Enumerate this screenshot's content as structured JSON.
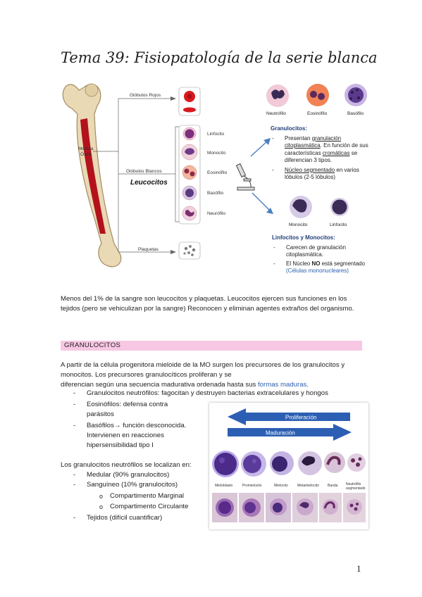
{
  "title": "Tema 39: Fisiopatología de la serie blanca",
  "figure1": {
    "medula": [
      "Médula",
      "Ósea"
    ],
    "globulos_rojos": "Glóbulos Rojos",
    "globulos_blancos": "Glóbulos Blancos",
    "leucocitos": "Leucocitos",
    "plaquetas": "Plaquetas",
    "leuco_list": [
      "Linfocito",
      "Monocito",
      "Eosinófilo",
      "Basófilo",
      "Neurófilo"
    ],
    "top_cells": [
      "Neutrófilo",
      "Eosinófilo",
      "Basófilo"
    ],
    "granulocitos_title": "Granulocitos:",
    "g1": [
      "Presentan ",
      "granulación citoplasmática",
      ". En función de sus características ",
      "cromáticas",
      " se diferencian 3 tipos."
    ],
    "g2": [
      "Núcleo segmentado",
      " en varios lóbulos (2-5 lóbulos)"
    ],
    "bottom_cells": [
      "Monocito",
      "Linfocito"
    ],
    "linfo_title": "Linfocitos y Monocitos:",
    "l1": "Carecen de granulación citoplasmática.",
    "l2": [
      "El Núcleo ",
      "NO",
      " está segmentado"
    ],
    "l3": "(Células mononucleares)"
  },
  "intro": "Menos del 1% de la sangre son leucocitos y plaquetas. Leucocitos ejercen sus funciones en los tejidos (pero se vehiculizan por la sangre) Reconocen y eliminan agentes extraños del organismo.",
  "section_title": "GRANULOCITOS",
  "p1": {
    "line1": "A partir de la célula progenitora mieloide de la MO surgen los precursores de los granulocitos y",
    "line2": "monocitos. Los precursores granulocíticos proliferan y se",
    "line3_a": "diferencian según una secuencia madurativa ordenada hasta sus ",
    "line3_b": "formas maduras",
    "line3_c": "."
  },
  "list1": {
    "neutro": "Granulocitos neutrófilos: fagocitan y destruyen bacterias extracelulares y hongos",
    "eosino": [
      "Eosinófilos: defensa contra",
      "parásitos"
    ],
    "baso": [
      "Basófilos→ función desconocida.",
      "Intervienen en reacciones",
      "hipersensibilidad tipo I"
    ]
  },
  "p2": "Los granulocitos neutrófilos se localizan en:",
  "list2": {
    "medular": "Medular (90% granulocitos)",
    "sanguineo": "Sanguíneo (10% granulocitos)",
    "marginal": "Compartimento Marginal",
    "circulante": "Compartimento Circulante",
    "tejidos": "Tejidos (difícil cuantificar)"
  },
  "figure2": {
    "proliferacion": "Proliferación",
    "maduracion": "Maduración",
    "stages": [
      "Mieloblasto",
      "Promielocito",
      "Mielocito",
      "Metamielocito",
      "Banda",
      "Neutrófilo segmentado"
    ]
  },
  "page_number": "1",
  "colors": {
    "band": "#f7c7e3",
    "link_blue": "#2b5fb0",
    "arrow_blue": "#2c5fb3",
    "marrow_red": "#b3121c"
  }
}
